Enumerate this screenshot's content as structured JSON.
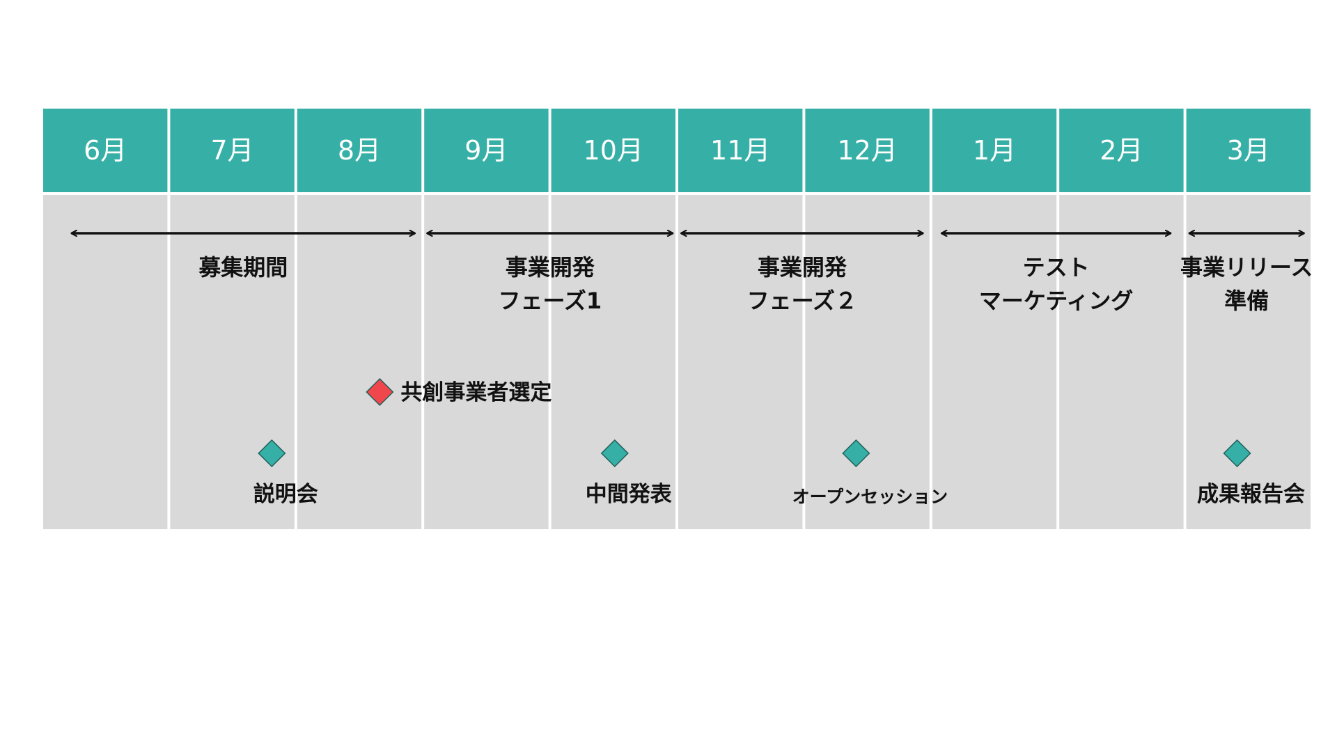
{
  "months": [
    "6月",
    "7月",
    "8月",
    "9月",
    "10月",
    "11月",
    "12月",
    "1月",
    "2月",
    "3月"
  ],
  "colors": {
    "header": "#36b0a6",
    "body": "#d9d9d9",
    "arrow": "#111111",
    "milestone": "#36b0a6",
    "milestone_highlight": "#f0474d",
    "milestone_outline": "#1f5f59"
  },
  "phases": [
    {
      "lines": [
        "募集期間"
      ],
      "start_month": 0.2,
      "end_month": 2.95
    },
    {
      "lines": [
        "事業開発",
        "フェーズ1"
      ],
      "start_month": 3.0,
      "end_month": 4.98
    },
    {
      "lines": [
        "事業開発",
        "フェーズ２"
      ],
      "start_month": 5.0,
      "end_month": 6.95
    },
    {
      "lines": [
        "テスト",
        "マーケティング"
      ],
      "start_month": 7.05,
      "end_month": 8.9
    },
    {
      "lines": [
        "事業リリース",
        "準備"
      ],
      "start_month": 9.0,
      "end_month": 9.95
    }
  ],
  "milestones": [
    {
      "label": "共創事業者選定",
      "month": 2.65,
      "highlight": true,
      "label_side": "right"
    },
    {
      "label": "説明会",
      "month": 1.8,
      "highlight": false,
      "label_side": "below"
    },
    {
      "label": "中間発表",
      "month": 4.5,
      "highlight": false,
      "label_side": "below"
    },
    {
      "label": "オープンセッション",
      "month": 6.4,
      "highlight": false,
      "label_side": "below",
      "small": true
    },
    {
      "label": "成果報告会",
      "month": 9.4,
      "highlight": false,
      "label_side": "below"
    }
  ]
}
